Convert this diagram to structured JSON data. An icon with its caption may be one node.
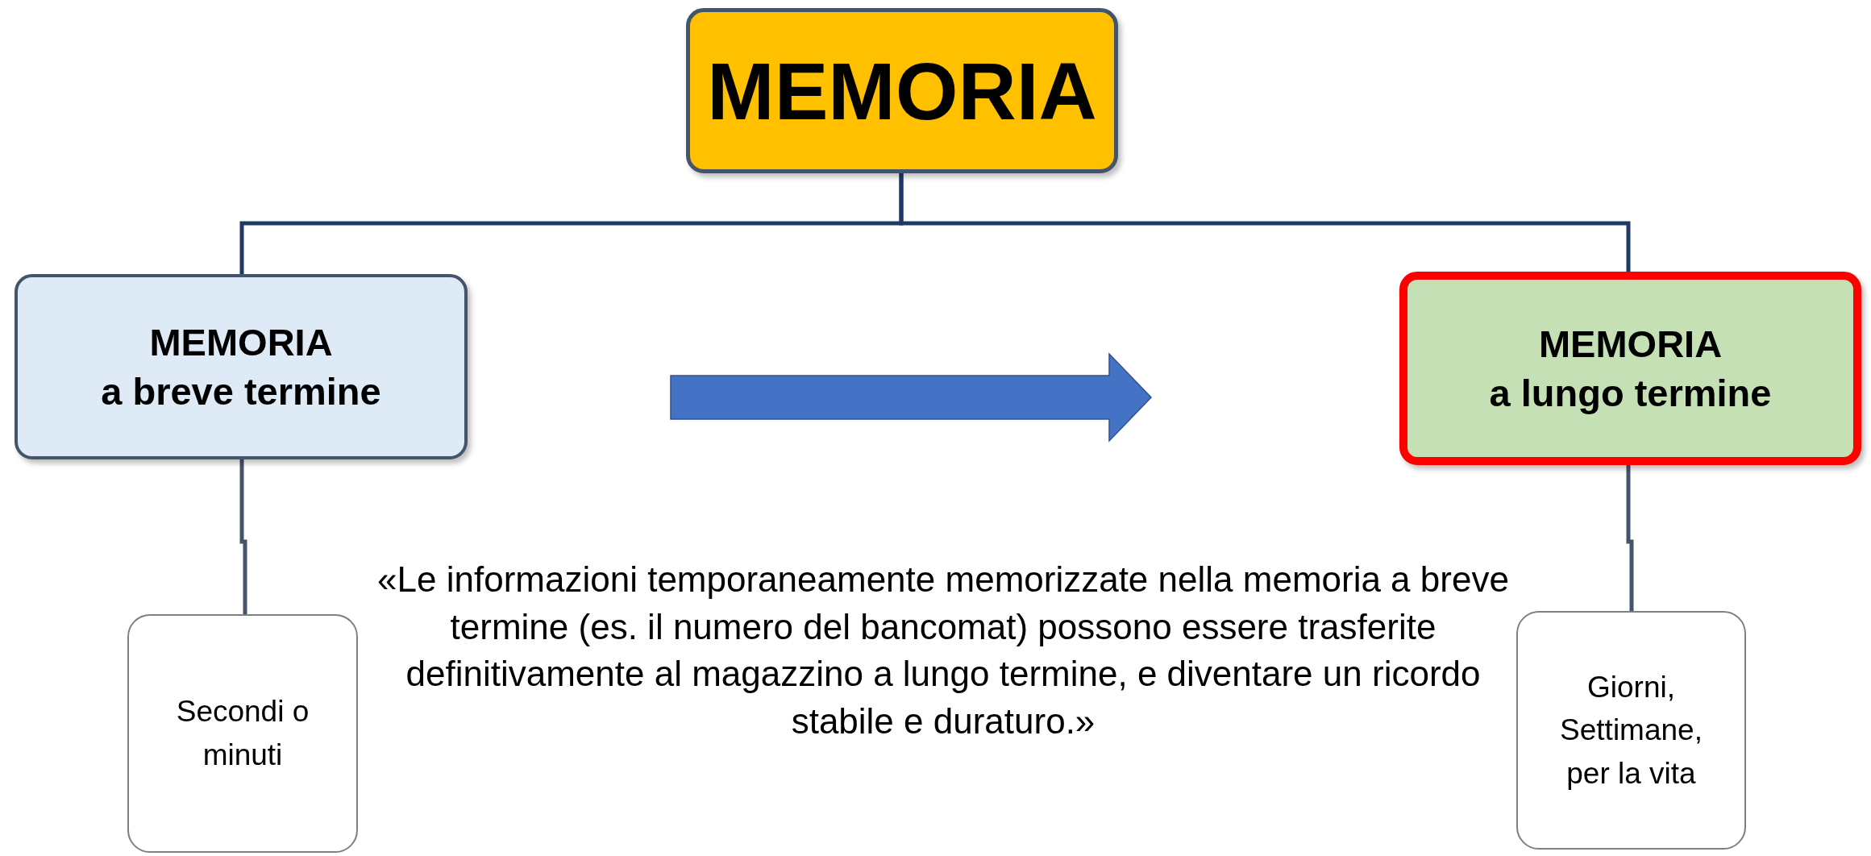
{
  "diagram": {
    "nodes": [
      {
        "text": [
          "MEMORIA"
        ]
      },
      {
        "text": [
          "MEMORIA",
          "a breve termine"
        ]
      },
      {
        "text": [
          "MEMORIA",
          "a lungo termine"
        ]
      },
      {
        "text": [
          "Secondi o minuti"
        ]
      },
      {
        "text": [
          "Giorni, Settimane, per la vita"
        ]
      }
    ],
    "edges": [
      {
        "from": 0,
        "to": 1,
        "arrow": "none"
      },
      {
        "from": 0,
        "to": 2,
        "arrow": "none"
      },
      {
        "from": 1,
        "to": 3,
        "arrow": "none"
      },
      {
        "from": 2,
        "to": 4,
        "arrow": "none"
      },
      {
        "from": 1,
        "to": 2,
        "arrow": "to",
        "style": "thick",
        "color": "#4472c4"
      }
    ],
    "labels": [
      "«Le informazioni temporaneamente memorizzate nella memoria a breve termine (es. il numero del bancomat) possono essere trasferite definitivamente al magazzino a lungo termine, e diventare un ricordo stabile e duraturo.»"
    ]
  }
}
